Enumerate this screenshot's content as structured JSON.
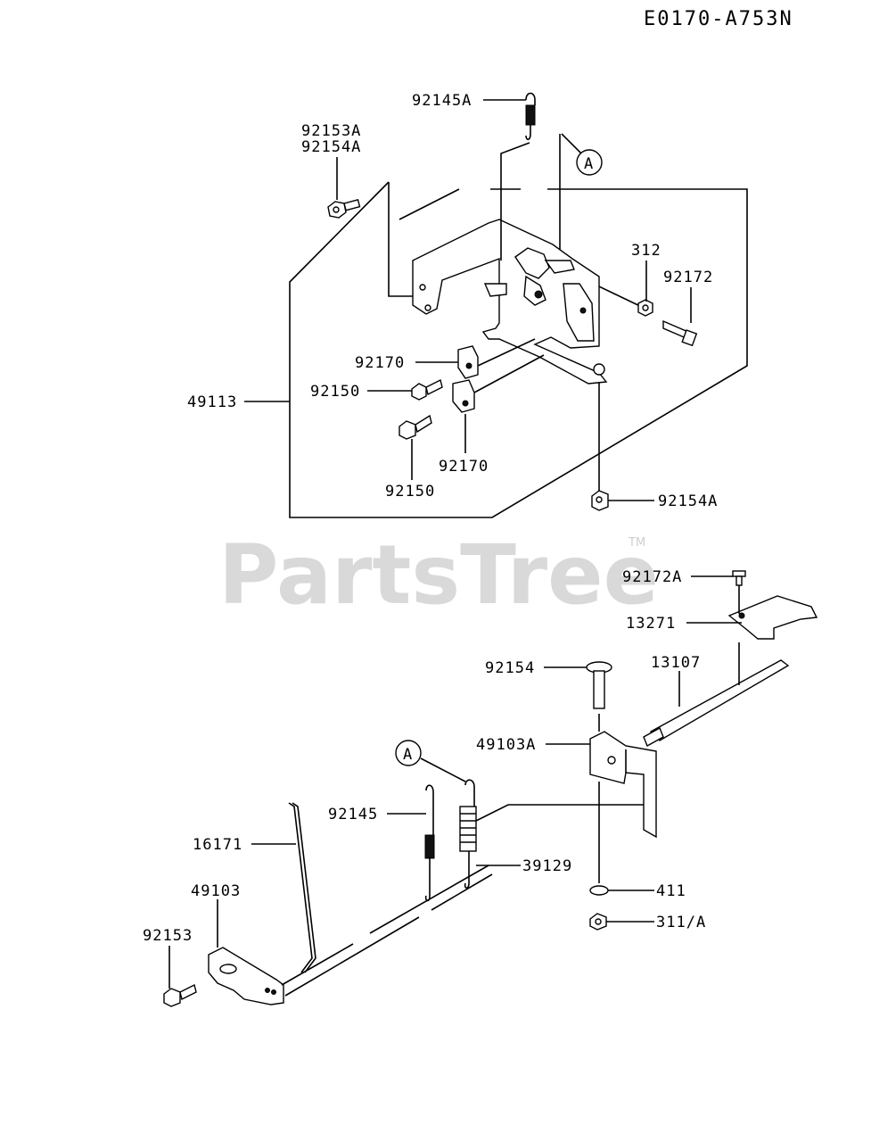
{
  "drawing_code": "E0170-A753N",
  "watermark": {
    "text": "PartsTree",
    "trademark": "TM"
  },
  "callout_circles": [
    "A",
    "A"
  ],
  "part_labels": {
    "p92145A": "92145A",
    "p92153A": "92153A",
    "p92154A_top": "92154A",
    "p312": "312",
    "p92172": "92172",
    "p92170_a": "92170",
    "p92150_a": "92150",
    "p49113": "49113",
    "p92170_b": "92170",
    "p92150_b": "92150",
    "p92154A_bottom": "92154A",
    "p92172A": "92172A",
    "p13271": "13271",
    "p92154": "92154",
    "p13107": "13107",
    "p49103A": "49103A",
    "p92145": "92145",
    "p16171": "16171",
    "p39129": "39129",
    "p49103": "49103",
    "p411": "411",
    "p92153": "92153",
    "p311A": "311/A"
  }
}
